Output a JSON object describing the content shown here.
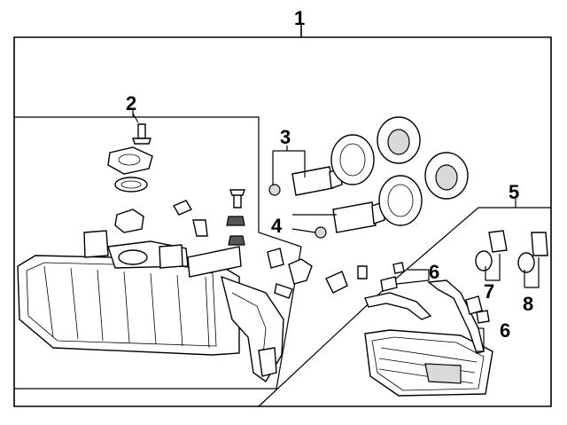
{
  "callouts": [
    {
      "id": "1",
      "label": "1"
    },
    {
      "id": "2",
      "label": "2"
    },
    {
      "id": "3",
      "label": "3"
    },
    {
      "id": "4",
      "label": "4"
    },
    {
      "id": "5",
      "label": "5"
    },
    {
      "id": "6a",
      "label": "6"
    },
    {
      "id": "6b",
      "label": "6"
    },
    {
      "id": "7",
      "label": "7"
    },
    {
      "id": "8",
      "label": "8"
    }
  ]
}
